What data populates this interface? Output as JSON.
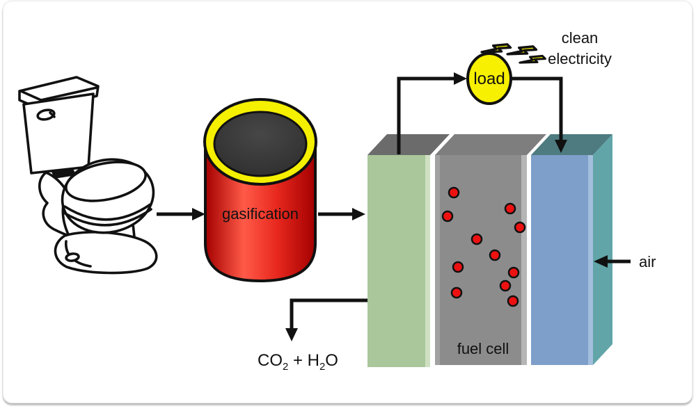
{
  "diagram_title": "",
  "labels": {
    "gasification": "gasification",
    "load": "load",
    "clean_electricity_line1": "clean",
    "clean_electricity_line2": "electricity",
    "fuel_cell": "fuel cell",
    "air": "air",
    "exhaust": {
      "part1": "CO",
      "sub1": "2",
      "part2": " + H",
      "sub2": "2",
      "part3": "O"
    }
  },
  "icons": {
    "source": "toilet-icon",
    "electricity_sparks": "lightning-bolt-icon",
    "flow_connectors": "arrow-icon"
  },
  "particles": {
    "count": 11,
    "meaning": "red dots inside fuel cell"
  },
  "colors": {
    "outline": "#111111",
    "gasifier-red-dark": "#a30000",
    "gasifier-red": "#e8281e",
    "gasifier-red-light": "#ff5a48",
    "ring-yellow": "#f5ef00",
    "vessel-top-dark": "#282828",
    "vessel-top-light": "#474747",
    "load-yellow": "#f7f000",
    "anode-green": "#a9c79b",
    "anode-green-edge": "#cfe0c2",
    "anode-top-gray": "#6b6b6b",
    "electrolyte-gray": "#8c8c8c",
    "electrolyte-gray-top": "#7e7e7e",
    "electrolyte-edge-light": "#b5b5b5",
    "electrolyte-edge-left": "#a2a2a2",
    "cathode-blue": "#7e9fc9",
    "cathode-blue-edge": "#a3bedd",
    "cathode-top-teal": "#4d7b80",
    "cathode-side-teal": "#61a5a8",
    "particle-red": "#ee1111"
  }
}
